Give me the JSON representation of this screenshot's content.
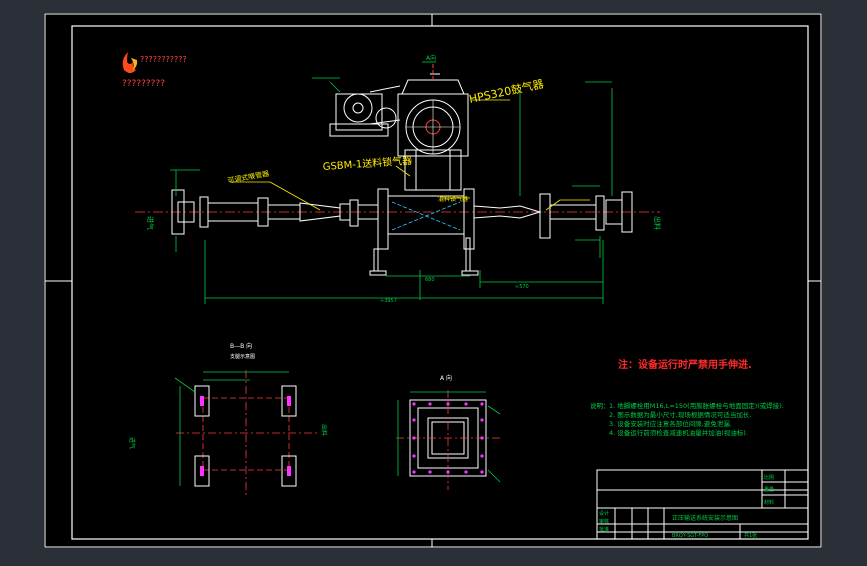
{
  "colors": {
    "background": "#2b2f38",
    "paper": "#000000",
    "frame": "#ffffff",
    "pipe": "#ffffff",
    "dimension": "#00cc44",
    "leader": "#ffee00",
    "label": "#ffee00",
    "note_red": "#ff2a2a",
    "center_line": "#ff3b3b",
    "accent_cyan": "#33ccff",
    "magenta": "#ff33ff"
  },
  "logo": {
    "text_line1": "???????????",
    "text_line2": "?????????"
  },
  "callouts": {
    "blower": "HPS320鼓气器",
    "screw_feeder": "GSBM-1送料锁气器",
    "throat_pipe": "可调式喉管器",
    "mixing_chamber": "混料锁气器"
  },
  "annotations": {
    "a_view_top": "A向",
    "dim_total": "≈3957",
    "dim_right": "≈570",
    "dim_center": "680",
    "left_port": "进气",
    "right_port": "出料"
  },
  "views": {
    "section_bb_title": "B—B 向",
    "section_bb_subtitle": "支腿示意图",
    "a_view_title": "A 向",
    "left_mark": "进气",
    "right_mark": "出料"
  },
  "warning": "注：设备运行时严禁用手伸进.",
  "notes": {
    "heading": "说明：",
    "items": [
      "1. 地脚螺栓用M16,L=150(用膨胀螺栓与地面固定)(或焊接).",
      "2. 图示数据为最小尺寸,现场根据情况可适当加长.",
      "3. 设备安装时应注意各部位间隙,避免泄漏.",
      "4. 设备运行前须检查减速机油量并加油(视油标)."
    ]
  },
  "title_block": {
    "drawing_name": "正压输送系统安装示意图",
    "drawing_code": "BRQY-SGT-FPO",
    "sheet_label": "共1张",
    "row_labels": [
      "设计",
      "审核",
      "批准"
    ],
    "scale_label": "比例",
    "weight_label": "重量",
    "material_label": "材料"
  }
}
